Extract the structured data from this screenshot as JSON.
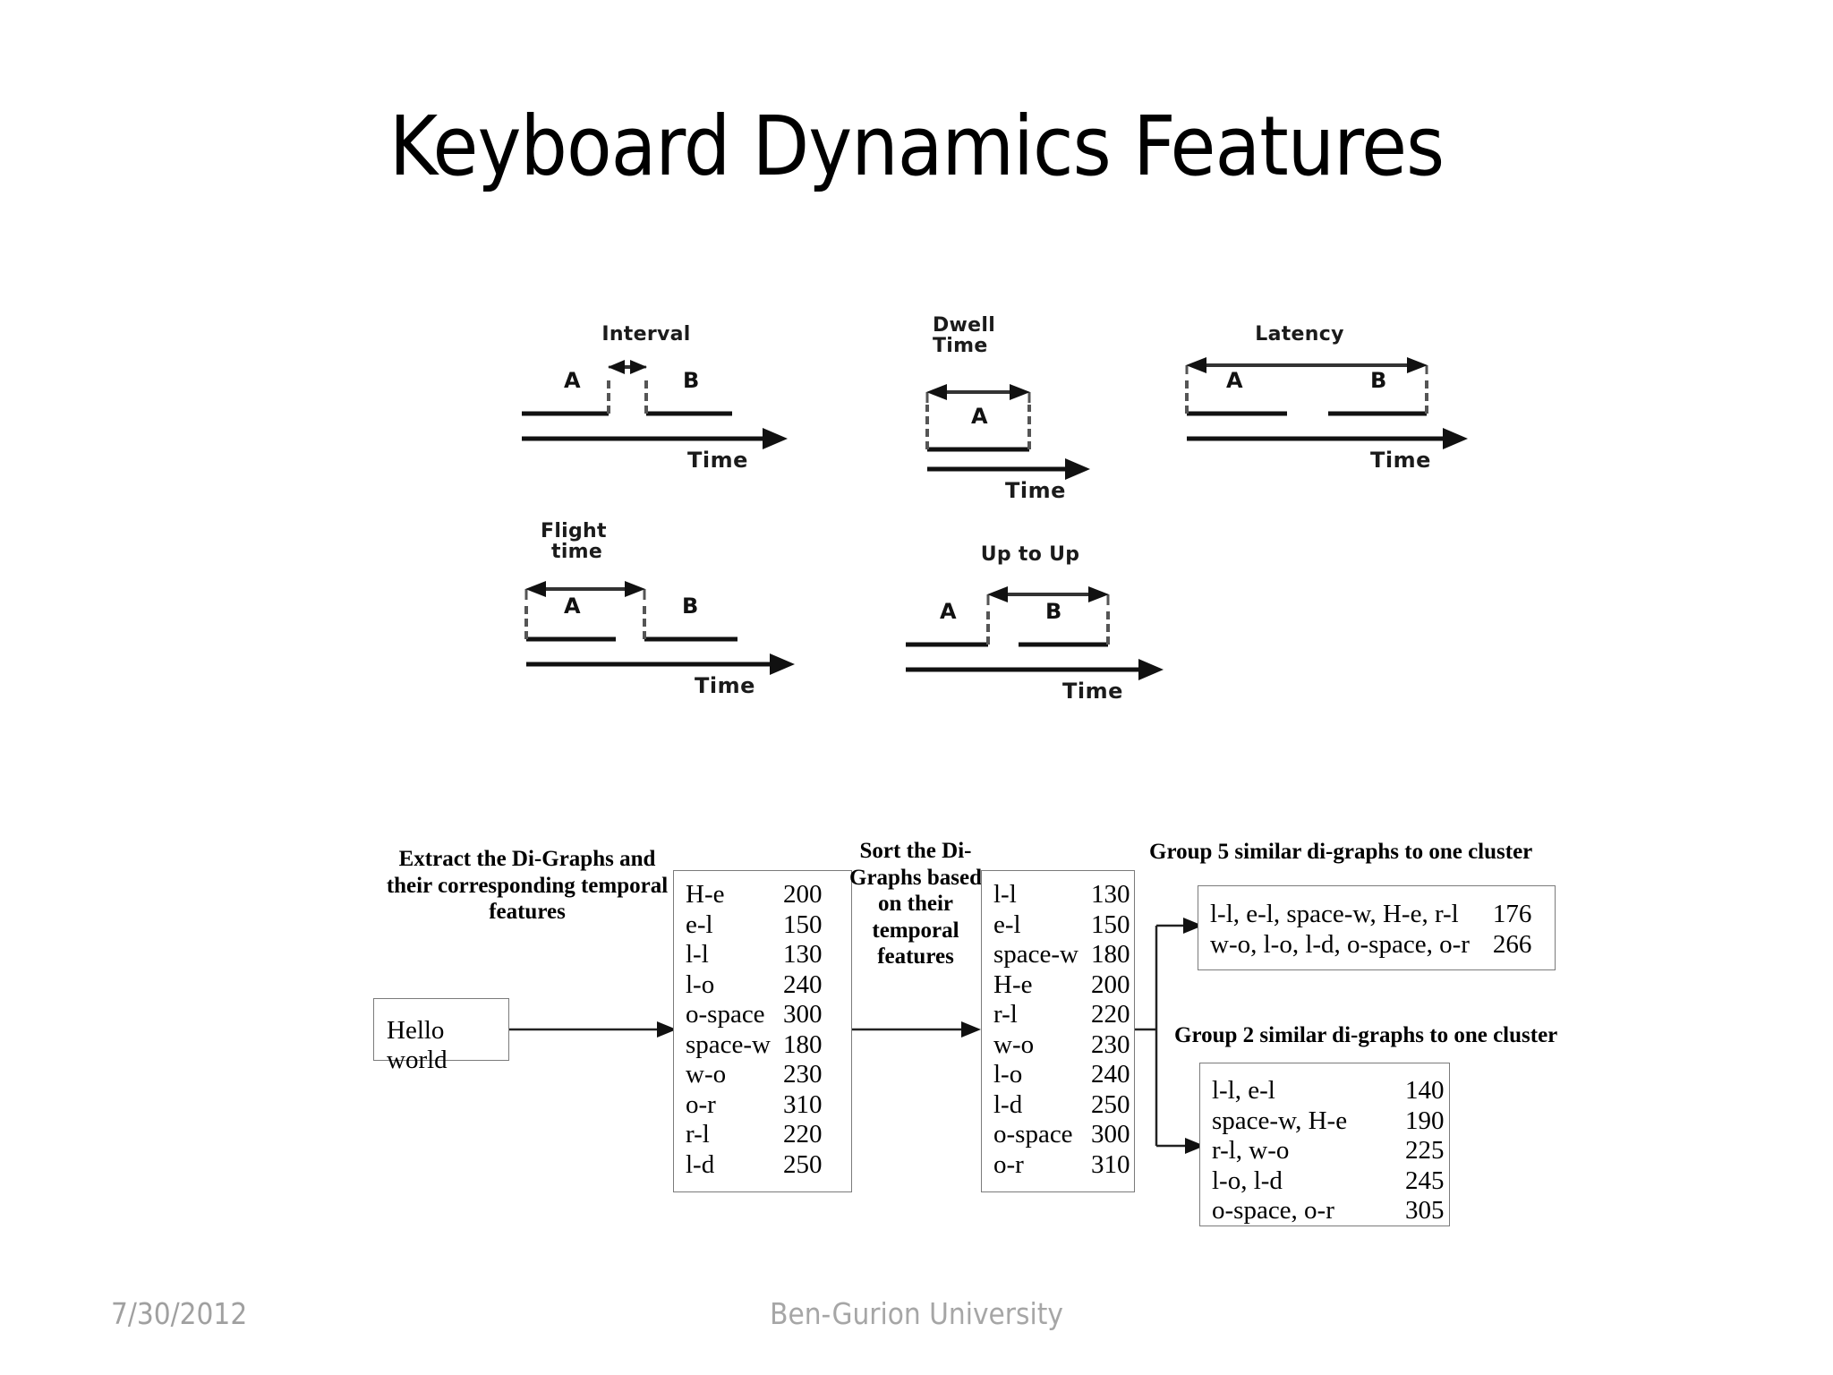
{
  "slide": {
    "title": "Keyboard Dynamics Features"
  },
  "timing_diagrams": [
    {
      "name": "interval",
      "measure_label": "Interval",
      "keys": [
        "A",
        "B"
      ],
      "axis_label": "Time",
      "span": "from A key-up to B key-down"
    },
    {
      "name": "dwell-time",
      "measure_label": "Dwell\nTime",
      "measure_label_line1": "Dwell",
      "measure_label_line2": "Time",
      "keys": [
        "A"
      ],
      "axis_label": "Time",
      "span": "from A key-down to A key-up"
    },
    {
      "name": "latency",
      "measure_label": "Latency",
      "keys": [
        "A",
        "B"
      ],
      "axis_label": "Time",
      "span": "from A key-down to B key-up"
    },
    {
      "name": "flight-time",
      "measure_label": "Flight\ntime",
      "measure_label_line1": "Flight",
      "measure_label_line2": "time",
      "keys": [
        "A",
        "B"
      ],
      "axis_label": "Time",
      "span": "from A key-down to B key-down"
    },
    {
      "name": "up-to-up",
      "measure_label": "Up to Up",
      "keys": [
        "A",
        "B"
      ],
      "axis_label": "Time",
      "span": "from A key-up to B key-up"
    }
  ],
  "flow": {
    "step1_caption": "Extract the Di-Graphs and their corresponding temporal features",
    "input_box_text": "Hello world",
    "step2_caption": "Sort the Di-Graphs based on their temporal features",
    "group5_caption": "Group 5 similar di-graphs to one cluster",
    "group2_caption": "Group 2 similar di-graphs to one cluster",
    "digraph_table": {
      "rows": [
        {
          "digraph": "H-e",
          "value": "200"
        },
        {
          "digraph": "e-l",
          "value": "150"
        },
        {
          "digraph": "l-l",
          "value": "130"
        },
        {
          "digraph": "l-o",
          "value": "240"
        },
        {
          "digraph": "o-space",
          "value": "300"
        },
        {
          "digraph": "space-w",
          "value": "180"
        },
        {
          "digraph": "w-o",
          "value": "230"
        },
        {
          "digraph": "o-r",
          "value": "310"
        },
        {
          "digraph": "r-l",
          "value": "220"
        },
        {
          "digraph": "l-d",
          "value": "250"
        }
      ]
    },
    "sorted_table": {
      "rows": [
        {
          "digraph": "l-l",
          "value": "130"
        },
        {
          "digraph": "e-l",
          "value": "150"
        },
        {
          "digraph": "space-w",
          "value": "180"
        },
        {
          "digraph": "H-e",
          "value": "200"
        },
        {
          "digraph": "r-l",
          "value": "220"
        },
        {
          "digraph": "w-o",
          "value": "230"
        },
        {
          "digraph": "l-o",
          "value": "240"
        },
        {
          "digraph": "l-d",
          "value": "250"
        },
        {
          "digraph": "o-space",
          "value": "300"
        },
        {
          "digraph": "o-r",
          "value": "310"
        }
      ]
    },
    "group5_table": {
      "rows": [
        {
          "digraph": "l-l, e-l, space-w, H-e, r-l",
          "value": "176"
        },
        {
          "digraph": "w-o, l-o, l-d, o-space, o-r",
          "value": "266"
        }
      ]
    },
    "group2_table": {
      "rows": [
        {
          "digraph": "l-l, e-l",
          "value": "140"
        },
        {
          "digraph": "space-w, H-e",
          "value": "190"
        },
        {
          "digraph": "r-l, w-o",
          "value": "225"
        },
        {
          "digraph": "l-o, l-d",
          "value": "245"
        },
        {
          "digraph": "o-space, o-r",
          "value": "305"
        }
      ]
    }
  },
  "footer": {
    "date": "7/30/2012",
    "organization": "Ben-Gurion University"
  },
  "colors": {
    "text": "#000000",
    "footer_text": "#a6a6a6",
    "box_border": "#7b7b7b",
    "diagram_ink": "#1b1b1b"
  }
}
